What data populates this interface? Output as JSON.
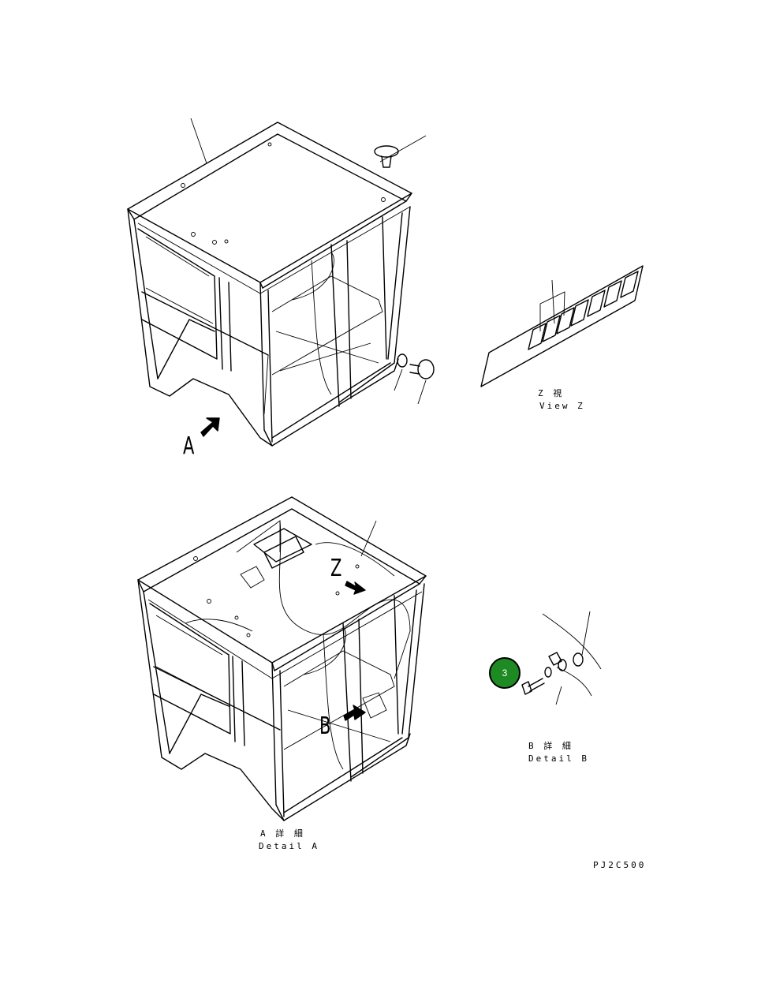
{
  "view_z": {
    "label_jp": "Z 視",
    "label_en": "View Z"
  },
  "detail_a": {
    "label_jp": "A 詳 細",
    "label_en": "Detail A"
  },
  "detail_b": {
    "label_jp": "B 詳 細",
    "label_en": "Detail B"
  },
  "markers": {
    "a": "A",
    "b": "B",
    "z": "Z"
  },
  "callouts": [
    {
      "number": "3",
      "color": "#1e8a24"
    }
  ],
  "drawing_code": "PJ2C500"
}
